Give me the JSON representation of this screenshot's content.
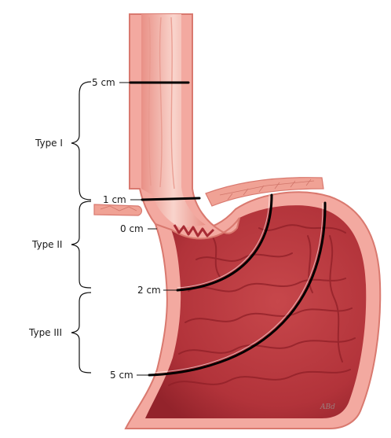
{
  "labels": {
    "esophagus_5cm": "5 cm",
    "gej_1cm": "1 cm",
    "gej_0cm": "0 cm",
    "cardia_2cm": "2 cm",
    "stomach_5cm": "5 cm"
  },
  "types": {
    "type_1": "Type I",
    "type_2": "Type II",
    "type_3": "Type III"
  },
  "signature": "ABd",
  "colors": {
    "wall_outer": "#f3a9a0",
    "wall_edge": "#d9796f",
    "lumen_esophagus": "#f6c6bd",
    "mucosa_stomach": "#b8383e",
    "mucosa_fold": "#8f1f27",
    "diaphragm": "#f0a295",
    "marker_line": "#000000",
    "bracket": "#111111"
  }
}
